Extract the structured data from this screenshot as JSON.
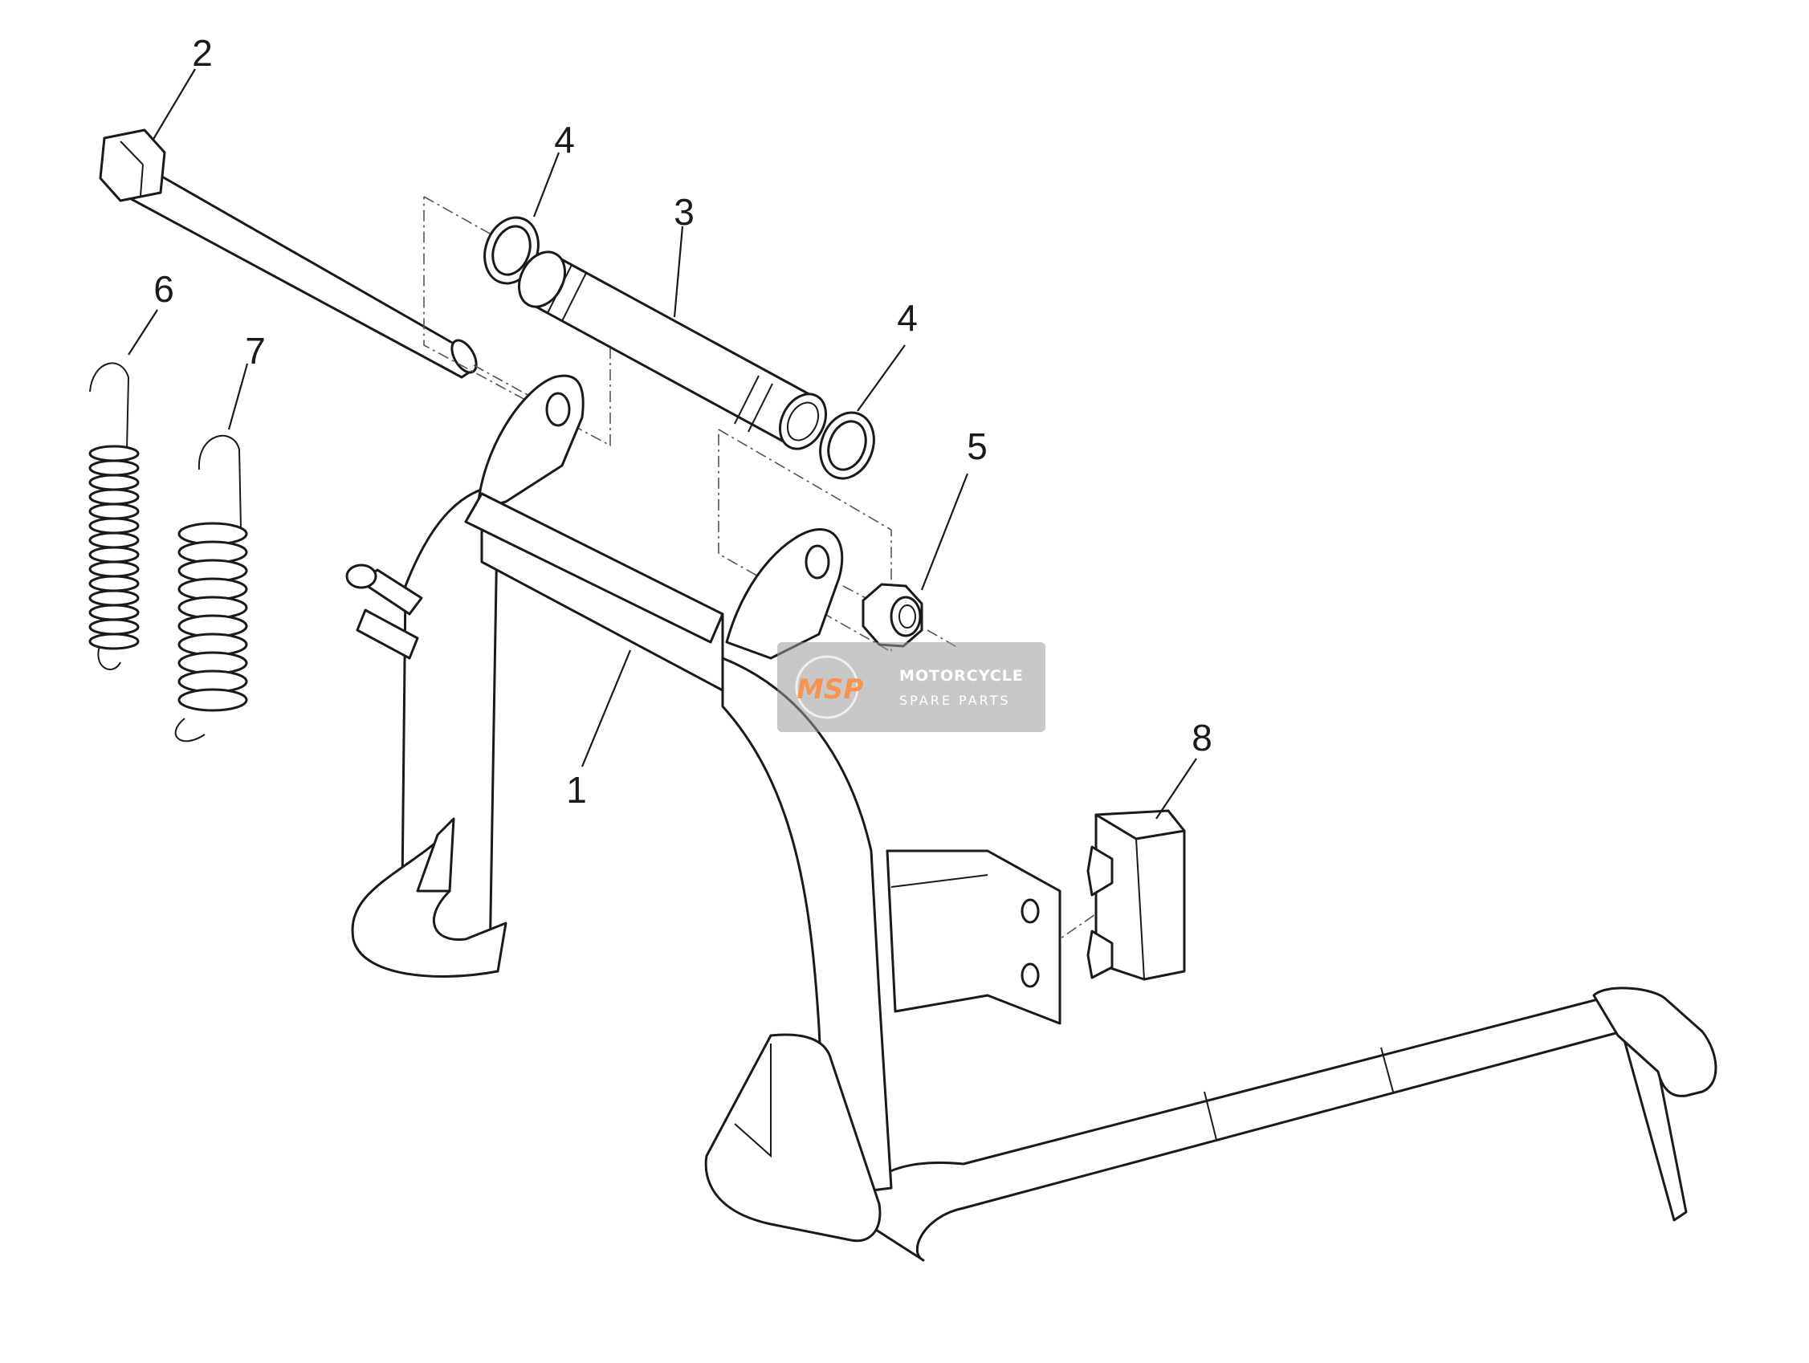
{
  "callouts": [
    {
      "id": "1",
      "label": "1"
    },
    {
      "id": "2",
      "label": "2"
    },
    {
      "id": "3",
      "label": "3"
    },
    {
      "id": "4a",
      "label": "4"
    },
    {
      "id": "4b",
      "label": "4"
    },
    {
      "id": "5",
      "label": "5"
    },
    {
      "id": "6",
      "label": "6"
    },
    {
      "id": "7",
      "label": "7"
    },
    {
      "id": "8",
      "label": "8"
    }
  ],
  "watermark": {
    "logo_text": "MSP",
    "line1": "MOTORCYCLE",
    "line2": "SPARE PARTS",
    "accent_color": "#ff8a3d"
  }
}
